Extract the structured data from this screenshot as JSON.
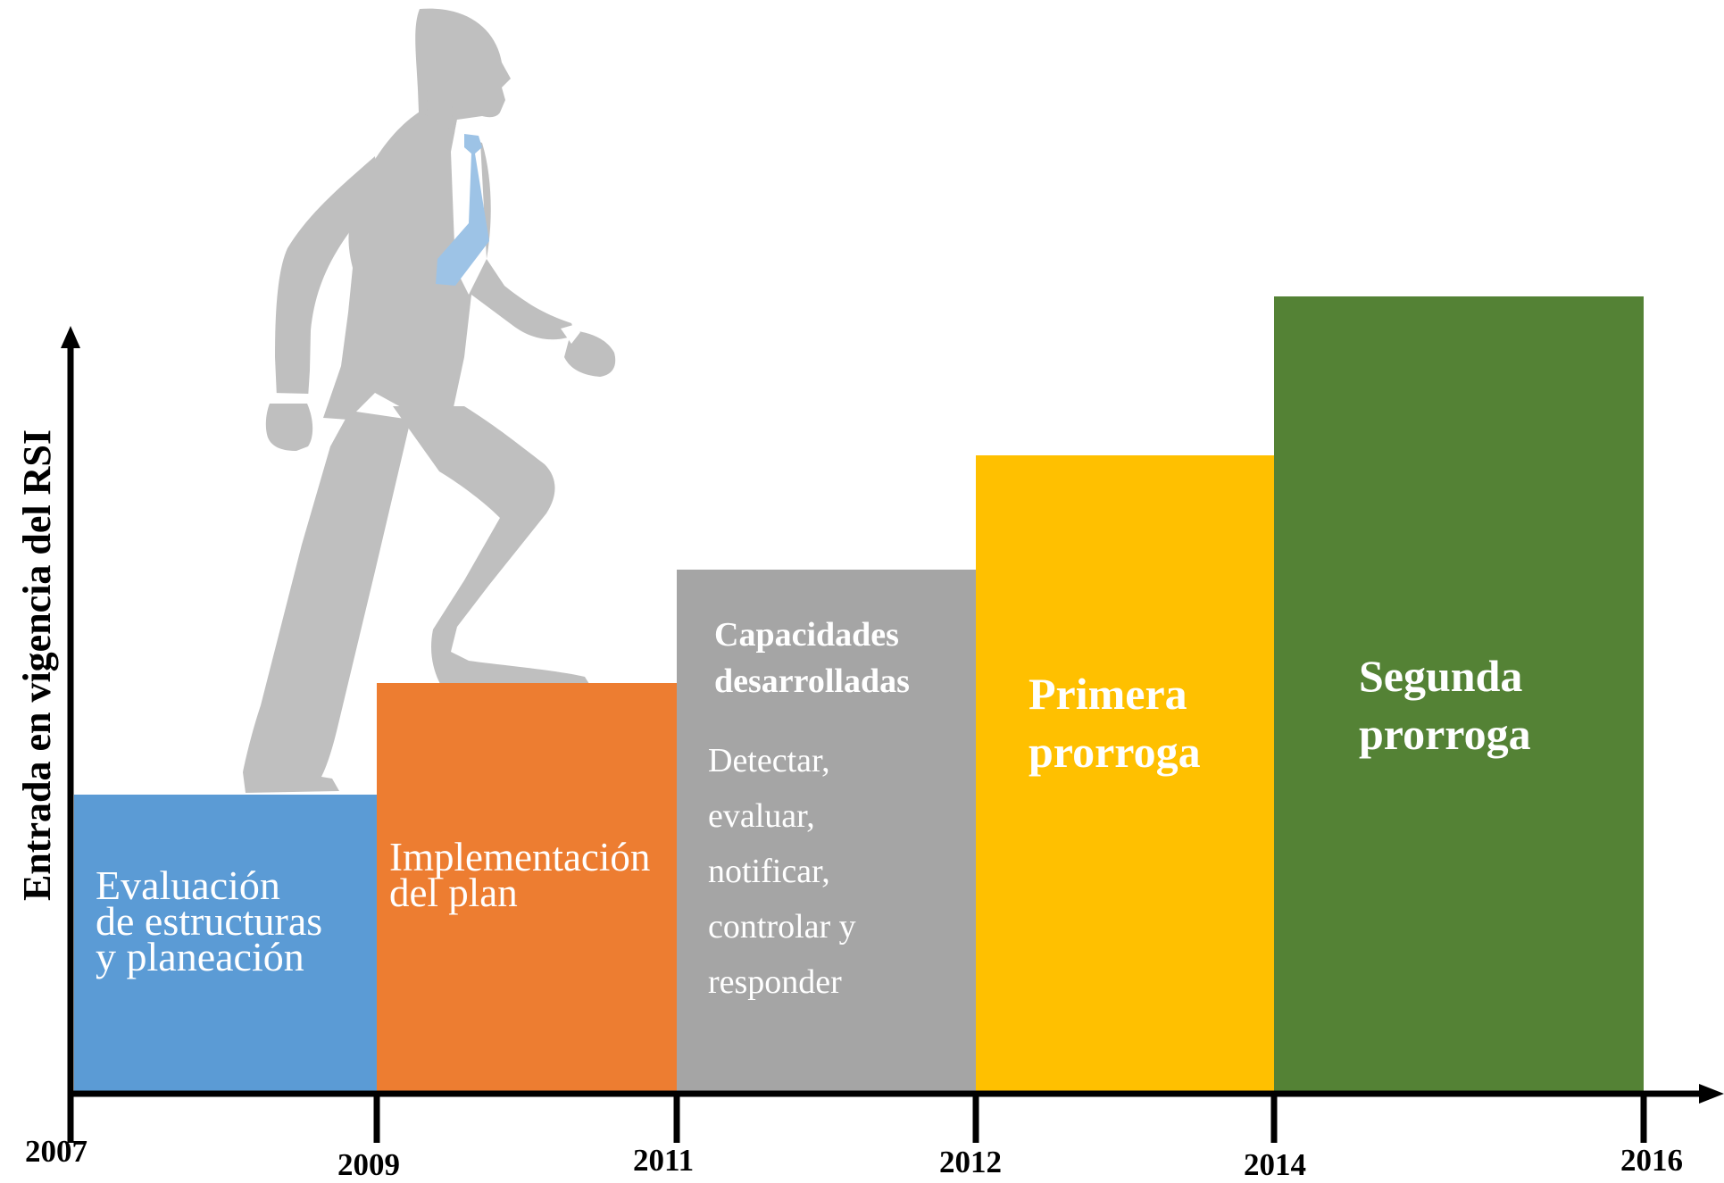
{
  "axis": {
    "y_label": "Entrada en vigencia del RSI",
    "years": [
      "2007",
      "2009",
      "2011",
      "2012",
      "2014",
      "2016"
    ]
  },
  "steps": [
    {
      "text": "Evaluación\nde estructuras\ny planeación",
      "color": "#5B9BD5"
    },
    {
      "text": "Implementación\ndel plan",
      "color": "#ED7D31"
    },
    {
      "title": "Capacidades\ndesarrolladas",
      "text": "Detectar,\nevaluar,\nnotificar,\ncontrolar y\nresponder",
      "color": "#A5A5A5"
    },
    {
      "text": "Primera\nprorroga",
      "color": "#FFC000"
    },
    {
      "text": "Segunda\nprorroga",
      "color": "#548235"
    }
  ],
  "figure": {
    "name": "businessman-climbing-icon",
    "body_color": "#BFBFBF",
    "tie_color": "#9DC3E6"
  }
}
